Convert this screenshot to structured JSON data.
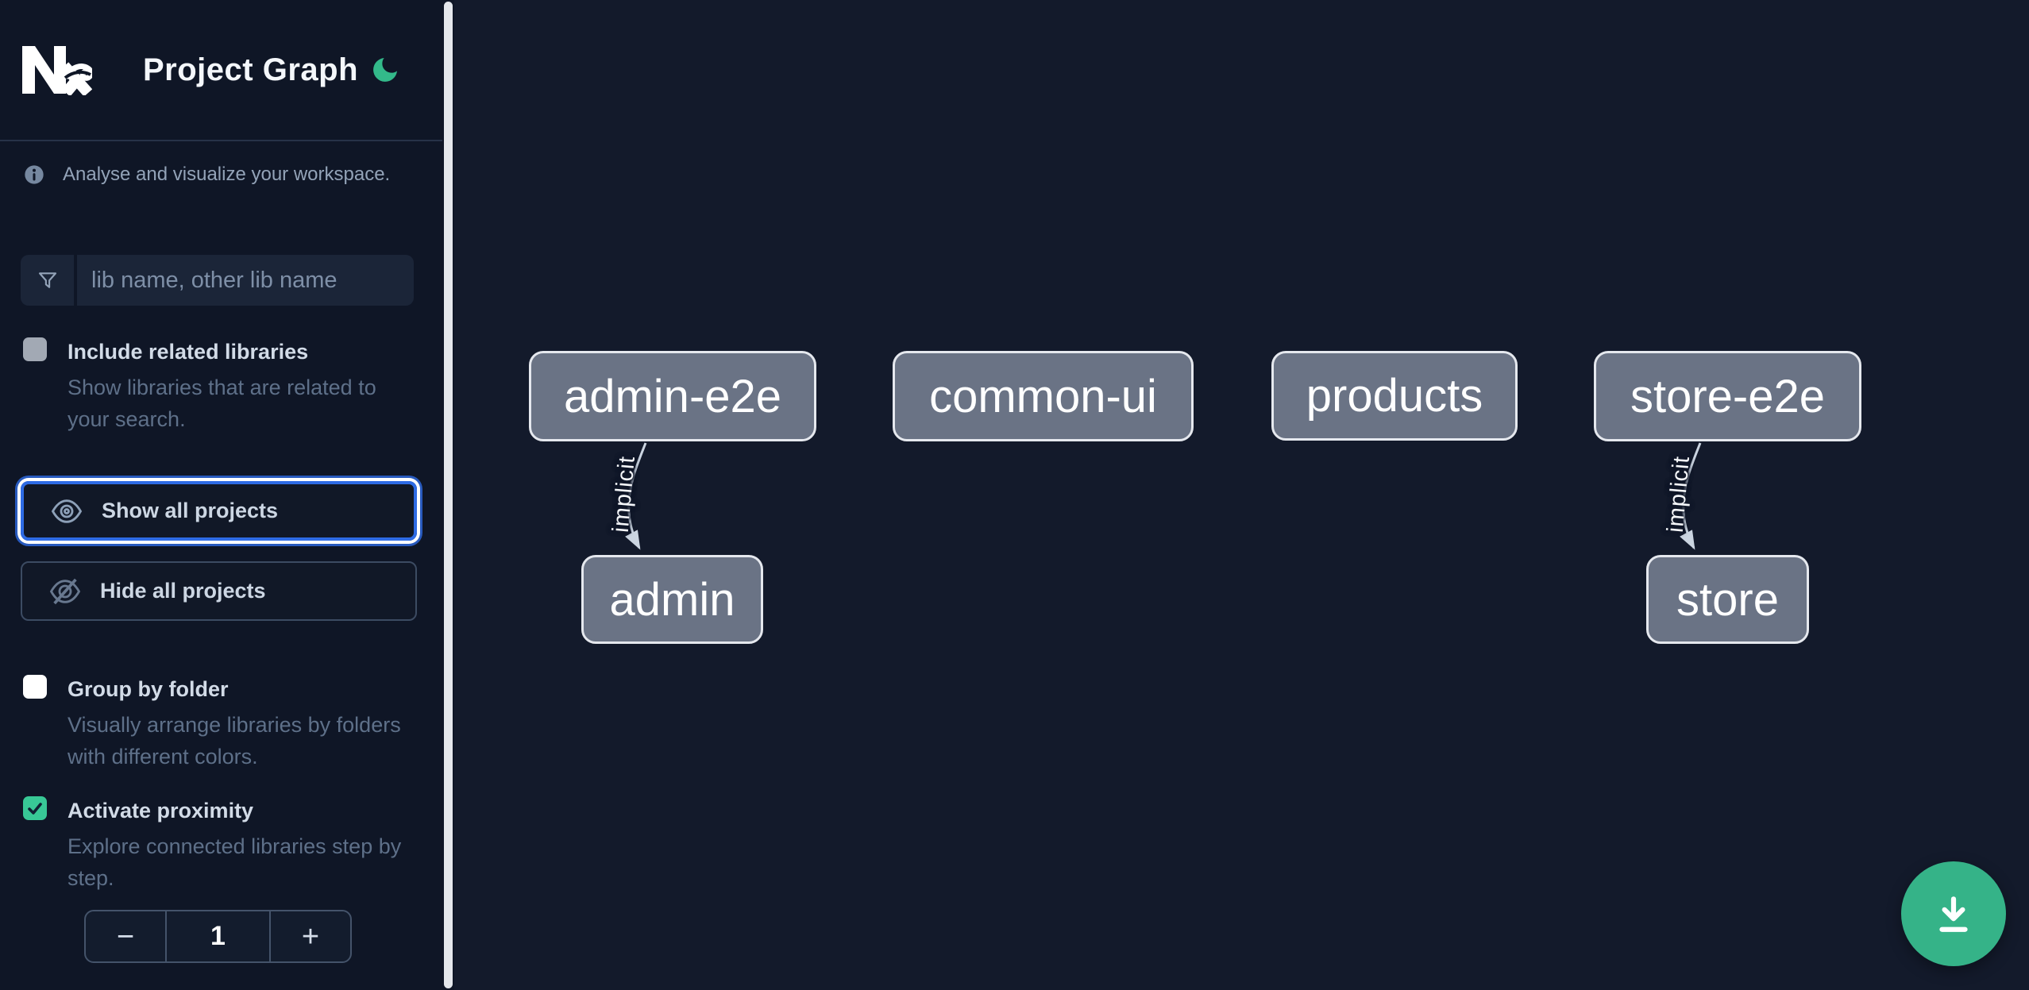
{
  "app": {
    "title": "Project Graph"
  },
  "colors": {
    "sidebar_bg": "#0f1626",
    "canvas_bg": "#131a2b",
    "accent_green": "#35b388",
    "checkbox_green": "#38c896",
    "focus_blue": "#2e6be5",
    "node_fill": "#6a7385",
    "node_border": "#e5e8ee",
    "edge": "#cbd5e1"
  },
  "sidebar": {
    "tagline": "Analyse and visualize your workspace.",
    "search": {
      "placeholder": "lib name, other lib name"
    },
    "options": [
      {
        "label": "Include related libraries",
        "description": "Show libraries that are related to your search.",
        "checked": false
      },
      {
        "label": "Group by folder",
        "description": "Visually arrange libraries by folders with different colors.",
        "checked": false
      },
      {
        "label": "Activate proximity",
        "description": "Explore connected libraries step by step.",
        "checked": true
      }
    ],
    "buttons": [
      {
        "label": "Show all projects",
        "focused": true
      },
      {
        "label": "Hide all projects",
        "focused": false
      }
    ],
    "proximity_stepper": {
      "decrement": "−",
      "value": "1",
      "increment": "+"
    }
  },
  "graph": {
    "nodes": [
      {
        "label": "admin-e2e"
      },
      {
        "label": "common-ui"
      },
      {
        "label": "products"
      },
      {
        "label": "store-e2e"
      },
      {
        "label": "admin"
      },
      {
        "label": "store"
      }
    ],
    "edges": [
      {
        "from": "admin-e2e",
        "to": "admin",
        "label": "implicit"
      },
      {
        "from": "store-e2e",
        "to": "store",
        "label": "implicit"
      }
    ]
  }
}
